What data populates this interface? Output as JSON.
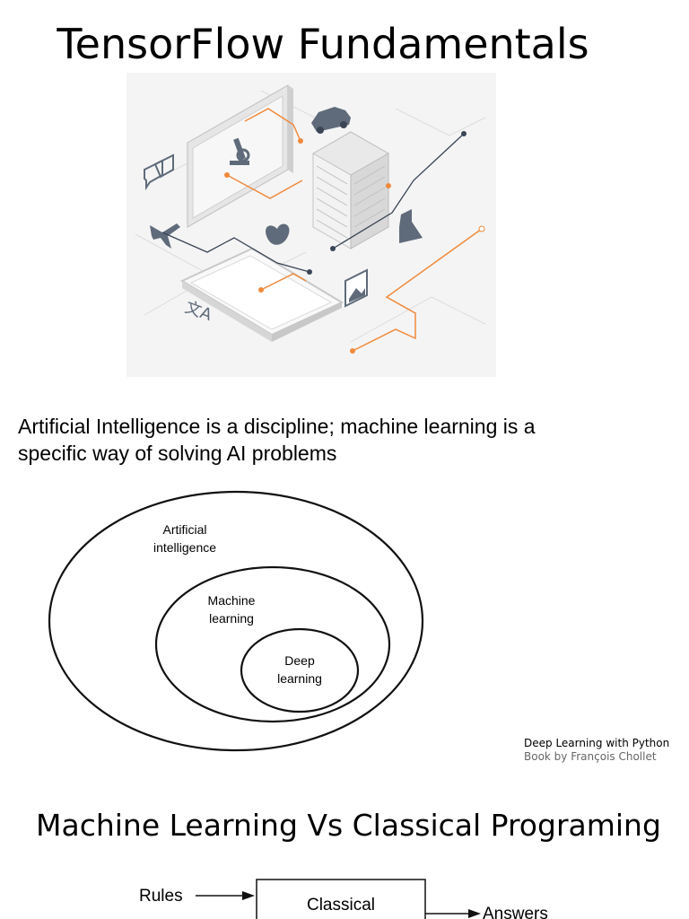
{
  "page": {
    "title": "TensorFlow Fundamentals",
    "paragraph": "Artificial Intelligence is a discipline; machine learning is a specific way of solving AI problems",
    "venn": {
      "outer_line1": "Artificial",
      "outer_line2": "intelligence",
      "middle_line1": "Machine",
      "middle_line2": "learning",
      "inner_line1": "Deep",
      "inner_line2": "learning"
    },
    "citation": {
      "title": "Deep Learning with Python",
      "subtitle": "Book by François Chollet"
    },
    "section_title": "Machine Learning Vs Classical Programing",
    "diagram": {
      "input_label": "Rules",
      "box_label": "Classical",
      "output_label": "Answers"
    }
  },
  "colors": {
    "accent_orange": "#f08a3c",
    "line_dark": "#3a4555",
    "illustration_bg": "#f4f4f4"
  }
}
